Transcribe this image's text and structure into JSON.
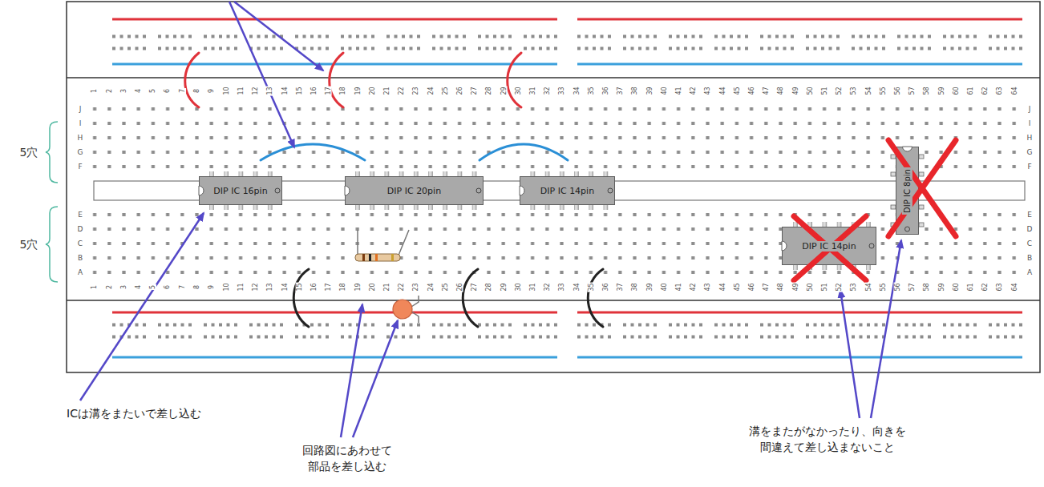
{
  "diagram": {
    "nodes": [
      {
        "text": [
          "DIP IC 16pin"
        ]
      },
      {
        "text": [
          "DIP IC 20pin"
        ]
      },
      {
        "text": [
          "DIP IC 14pin"
        ]
      },
      {
        "text": [
          "DIP IC 8pin"
        ]
      },
      {
        "text": [
          "DIP IC 14pin"
        ]
      }
    ],
    "labels": [
      "5穴",
      "5穴",
      "1",
      "2",
      "3",
      "4",
      "5",
      "6",
      "7",
      "8",
      "9",
      "10",
      "11",
      "12",
      "13",
      "14",
      "15",
      "16",
      "17",
      "18",
      "19",
      "20",
      "21",
      "22",
      "23",
      "24",
      "25",
      "26",
      "27",
      "28",
      "29",
      "30",
      "31",
      "32",
      "33",
      "34",
      "35",
      "36",
      "37",
      "38",
      "39",
      "40",
      "41",
      "42",
      "43",
      "44",
      "45",
      "46",
      "47",
      "48",
      "49",
      "50",
      "51",
      "52",
      "53",
      "54",
      "55",
      "56",
      "57",
      "58",
      "59",
      "60",
      "61",
      "62",
      "63",
      "64",
      "J",
      "I",
      "H",
      "G",
      "F",
      "J",
      "I",
      "H",
      "G",
      "F",
      "E",
      "D",
      "C",
      "B",
      "A",
      "E",
      "D",
      "C",
      "B",
      "A",
      "1",
      "2",
      "3",
      "4",
      "5",
      "6",
      "7",
      "8",
      "9",
      "10",
      "11",
      "12",
      "13",
      "14",
      "15",
      "16",
      "17",
      "18",
      "19",
      "20",
      "21",
      "22",
      "23",
      "24",
      "25",
      "26",
      "27",
      "28",
      "29",
      "30",
      "31",
      "32",
      "33",
      "34",
      "35",
      "36",
      "37",
      "38",
      "39",
      "40",
      "41",
      "42",
      "43",
      "44",
      "45",
      "46",
      "47",
      "48",
      "49",
      "50",
      "51",
      "52",
      "53",
      "54",
      "55",
      "56",
      "57",
      "58",
      "59",
      "60",
      "61",
      "62",
      "63",
      "64",
      "ICは溝をまたいで差し込む",
      "回路図にあわせて 部品を差し込む",
      "溝をまたがなかったり、向きを 間違えて差し込まないこと"
    ]
  }
}
